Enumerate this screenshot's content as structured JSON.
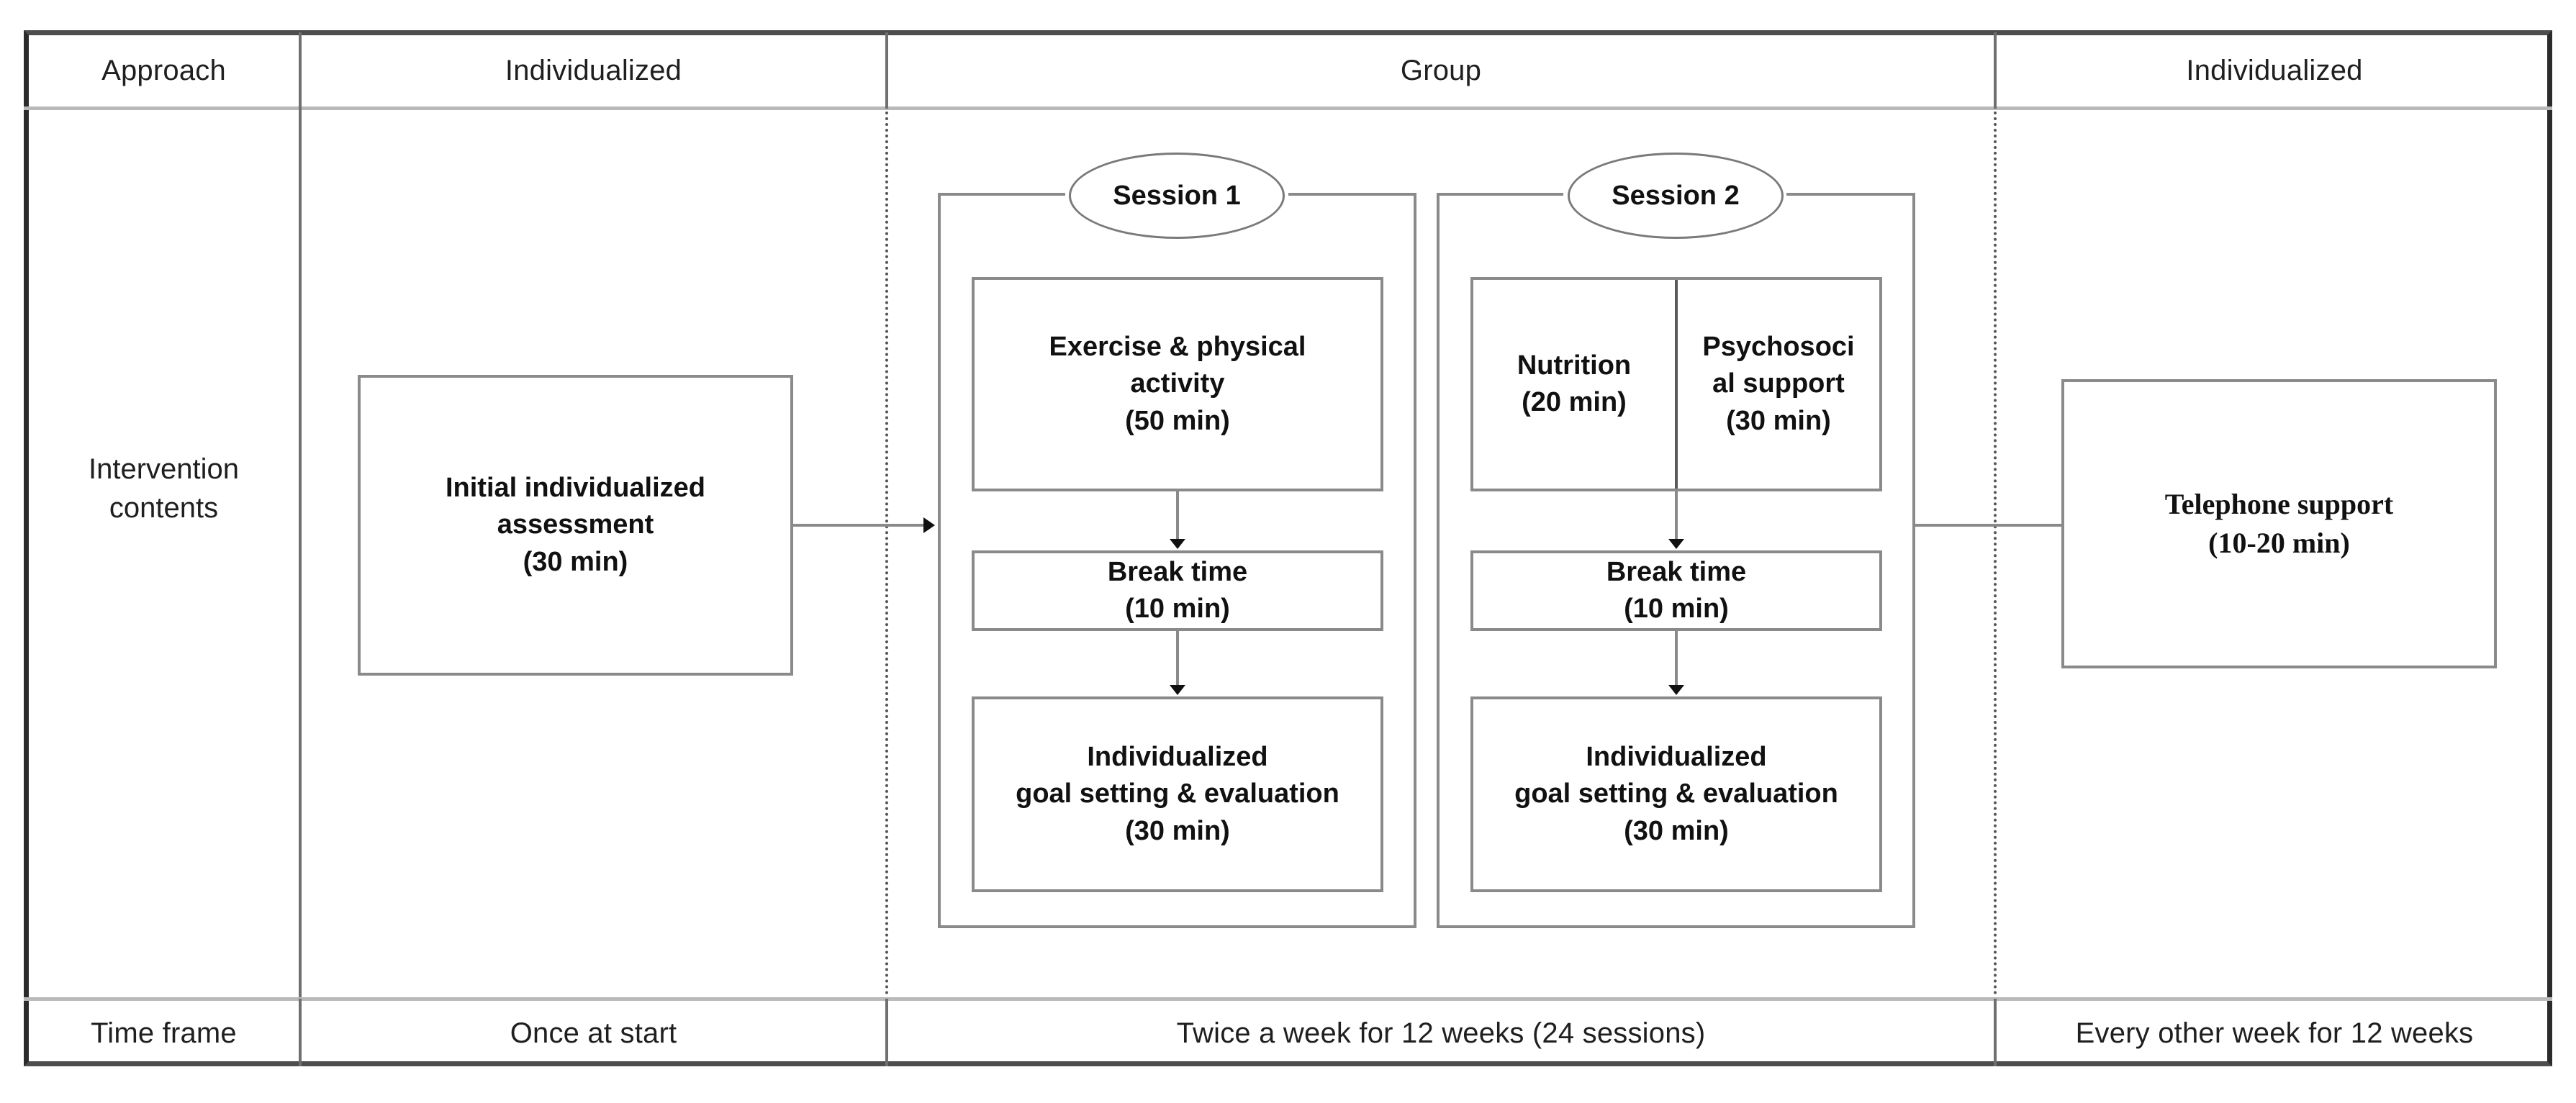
{
  "table": {
    "rows": [
      {
        "label": "Approach",
        "cells": [
          "Individualized",
          "Group",
          "Individualized"
        ]
      },
      {
        "label": "Intervention\ncontents"
      },
      {
        "label": "Time frame",
        "cells": [
          "Once at start",
          "Twice a week for 12 weeks (24 sessions)",
          "Every other week for 12 weeks"
        ]
      }
    ]
  },
  "nodes": {
    "assessment": {
      "line1": "Initial individualized",
      "line2": "assessment",
      "line3": "(30 min)"
    },
    "telephone": {
      "line1": "Telephone support",
      "line2": "(10-20 min)"
    }
  },
  "sessions": [
    {
      "title": "Session 1",
      "activity": {
        "line1": "Exercise & physical",
        "line2": "activity",
        "line3": "(50 min)"
      },
      "break": {
        "line1": "Break time",
        "line2": "(10 min)"
      },
      "goal": {
        "line1": "Individualized",
        "line2": "goal setting & evaluation",
        "line3": "(30 min)"
      }
    },
    {
      "title": "Session 2",
      "activity_left": {
        "line1": "Nutrition",
        "line2": "(20 min)"
      },
      "activity_right": {
        "line1": "Psychosoci",
        "line2": "al support",
        "line3": "(30 min)"
      },
      "break": {
        "line1": "Break time",
        "line2": "(10 min)"
      },
      "goal": {
        "line1": "Individualized",
        "line2": "goal setting & evaluation",
        "line3": "(30 min)"
      }
    }
  ],
  "colors": {
    "frame_dark": "#2b2b2b",
    "frame_rule": "#4d4d4d",
    "box_border": "#8a8a8a",
    "separator": "#6f6f6f",
    "text": "#1f1f1f",
    "background": "#ffffff"
  }
}
